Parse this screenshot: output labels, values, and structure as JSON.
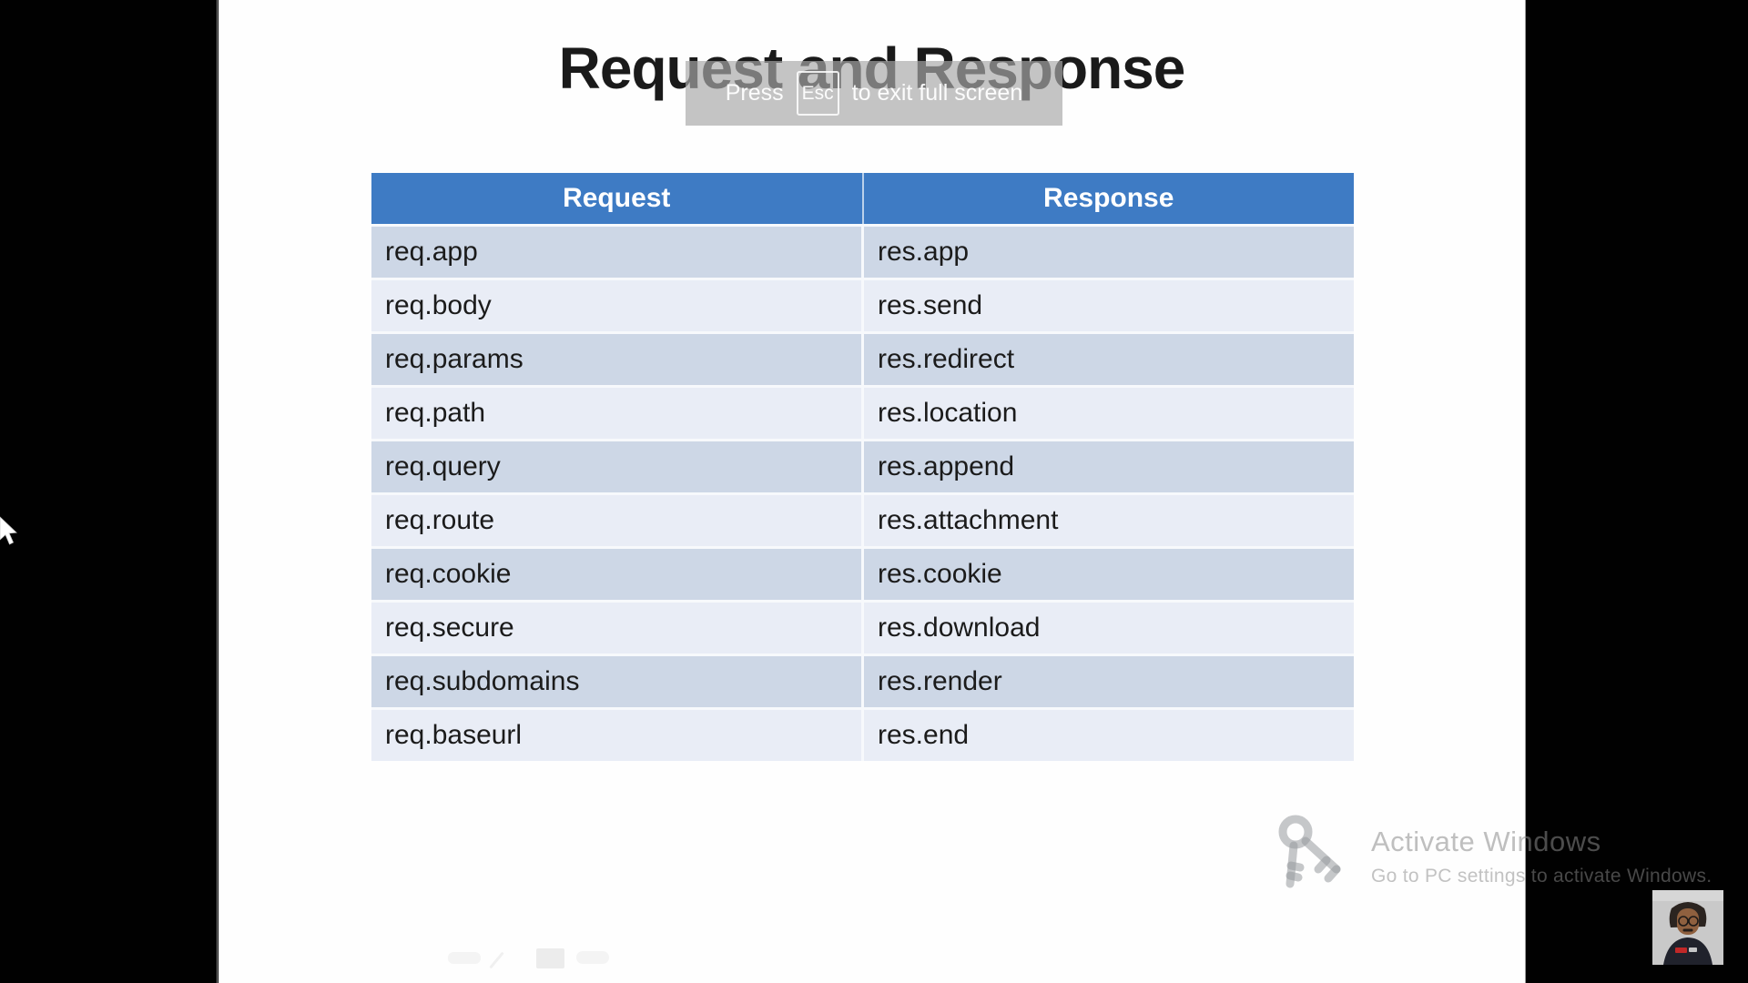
{
  "video": {
    "fullscreen_toast": {
      "prefix": "Press",
      "key_label": "Esc",
      "suffix": "to exit full screen"
    }
  },
  "slide": {
    "title": "Request and Response",
    "table": {
      "headers": [
        "Request",
        "Response"
      ],
      "rows": [
        [
          "req.app",
          "res.app"
        ],
        [
          "req.body",
          "res.send"
        ],
        [
          "req.params",
          "res.redirect"
        ],
        [
          "req.path",
          "res.location"
        ],
        [
          "req.query",
          "res.append"
        ],
        [
          "req.route",
          "res.attachment"
        ],
        [
          "req.cookie",
          "res.cookie"
        ],
        [
          "req.secure",
          "res.download"
        ],
        [
          "req.subdomains",
          "res.render"
        ],
        [
          "req.baseurl",
          "res.end"
        ]
      ]
    }
  },
  "watermark": {
    "line1": "Activate Windows",
    "line2": "Go to PC settings to activate Windows."
  },
  "icons": {
    "key_icon": "windows-key-icon",
    "cursor_icon": "arrow-cursor-icon",
    "webcam": "presenter-webcam"
  },
  "colors": {
    "table_header_bg": "#3e7bc4",
    "table_row_dark": "#cdd7e6",
    "table_row_light": "#e9edf6",
    "row_divider": "#f7f9fc",
    "slide_bg": "#fefefe",
    "letterbox_bg": "#010101",
    "title_text": "#1a1a1a",
    "header_text": "#ffffff",
    "toast_bg": "rgba(168,168,168,0.68)",
    "watermark_text": "#c0c0c0"
  }
}
